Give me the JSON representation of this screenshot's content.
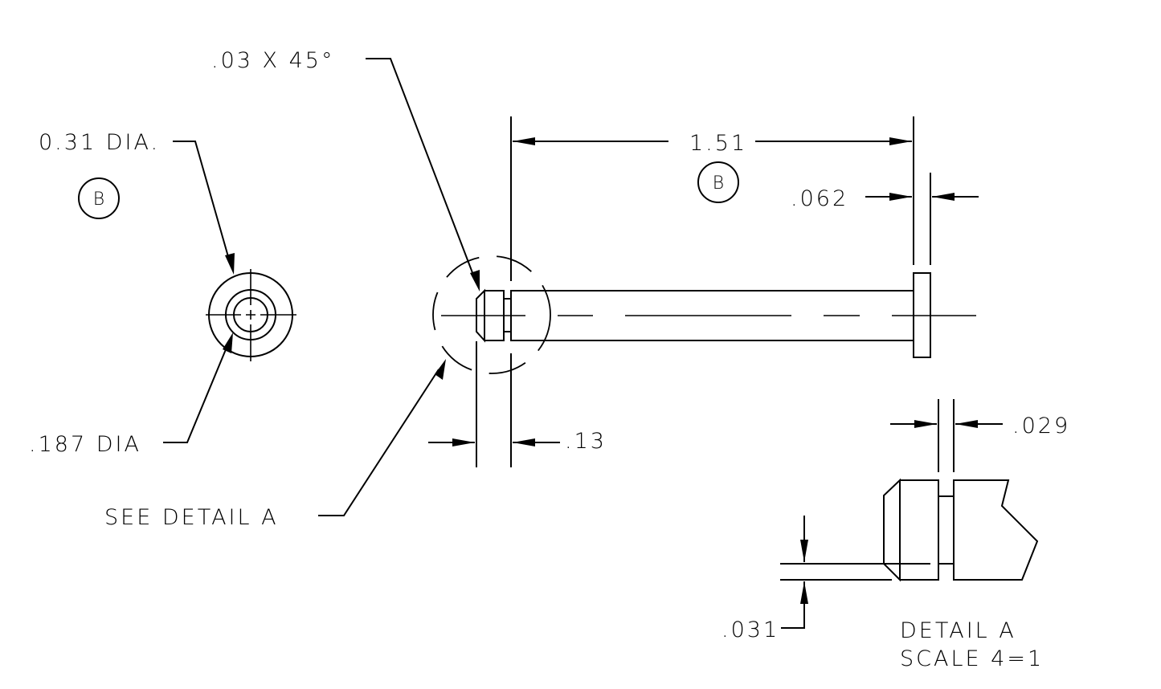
{
  "labels": {
    "chamfer": ".03 X 45°",
    "head_dia": "0.31 DIA.",
    "bore_dia": ".187 DIA",
    "length": "1.51",
    "head_thk": ".062",
    "tip_len": ".13",
    "see_detail": "SEE DETAIL A",
    "groove_width": ".029",
    "groove_depth": ".031",
    "detail_title": "DETAIL A",
    "detail_scale": "SCALE 4=1"
  },
  "datum_bubbles": [
    "B",
    "B"
  ],
  "colors": {
    "line": "#000000",
    "background": "#ffffff"
  }
}
